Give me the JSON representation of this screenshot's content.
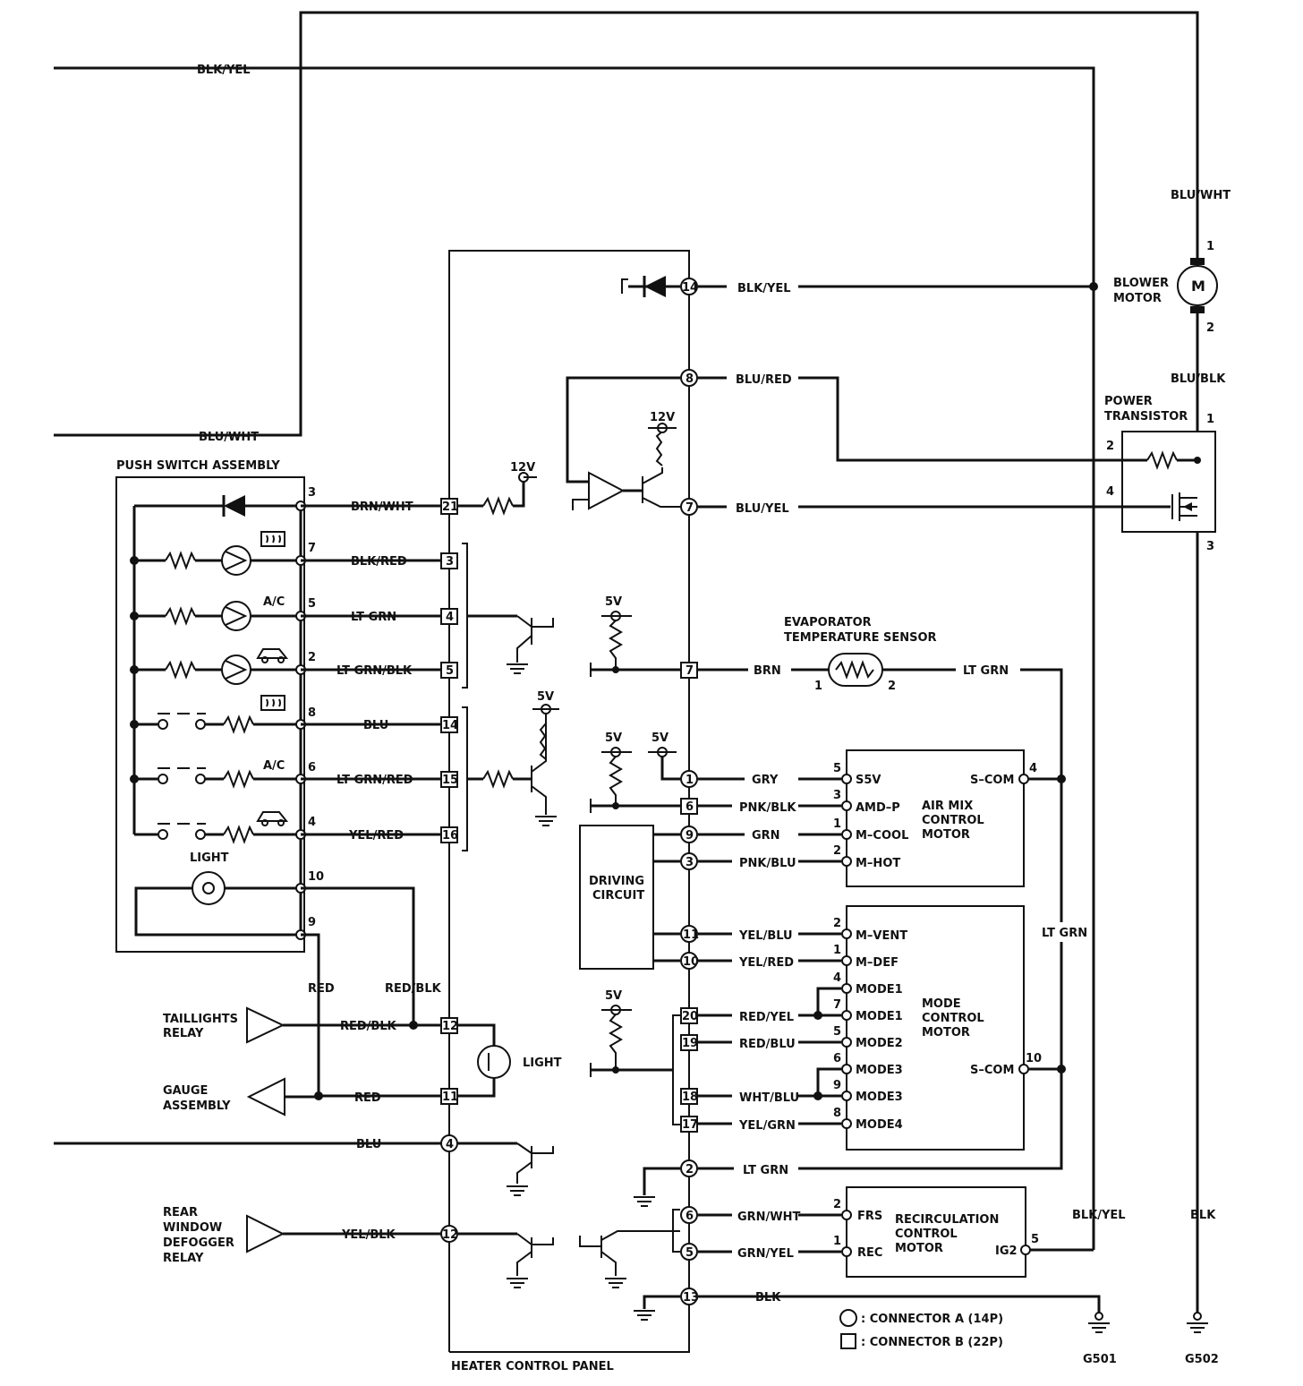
{
  "labels": {
    "push_switch_assembly": "PUSH SWITCH ASSEMBLY",
    "heater_control_panel": "HEATER CONTROL PANEL",
    "blower_motor_1": "BLOWER",
    "blower_motor_2": "MOTOR",
    "motor_symbol": "M",
    "power_transistor_1": "POWER",
    "power_transistor_2": "TRANSISTOR",
    "evap_sensor_1": "EVAPORATOR",
    "evap_sensor_2": "TEMPERATURE SENSOR",
    "air_mix_1": "AIR MIX",
    "air_mix_2": "CONTROL",
    "air_mix_3": "MOTOR",
    "mode_1": "MODE",
    "mode_2": "CONTROL",
    "mode_3": "MOTOR",
    "recirc_1": "RECIRCULATION",
    "recirc_2": "CONTROL",
    "recirc_3": "MOTOR",
    "driving_circuit_1": "DRIVING",
    "driving_circuit_2": "CIRCUIT",
    "light_top": "LIGHT",
    "light_panel": "LIGHT",
    "taillights_relay_1": "TAILLIGHTS",
    "taillights_relay_2": "RELAY",
    "gauge_assembly_1": "GAUGE",
    "gauge_assembly_2": "ASSEMBLY",
    "rear_defog_1": "REAR",
    "rear_defog_2": "WINDOW",
    "rear_defog_3": "DEFOGGER",
    "rear_defog_4": "RELAY",
    "ac_1": "A/C",
    "ac_2": "A/C",
    "legend_a": ": CONNECTOR A (14P)",
    "legend_b": ": CONNECTOR B (22P)",
    "g501": "G501",
    "g502": "G502",
    "v12_a": "12V",
    "v12_b": "12V",
    "v5_a": "5V",
    "v5_b": "5V",
    "v5_c": "5V",
    "v5_d": "5V",
    "v5_e": "5V"
  },
  "wires": {
    "blk_yel_top": "BLK/YEL",
    "blu_wht_left": "BLU/WHT",
    "blu_wht_right": "BLU/WHT",
    "blu_blk": "BLU/BLK",
    "blk_yel_14": "BLK/YEL",
    "blu_red": "BLU/RED",
    "blu_yel": "BLU/YEL",
    "brn_wht": "BRN/WHT",
    "blk_red": "BLK/RED",
    "lt_grn": "LT GRN",
    "lt_grn_blk": "LT GRN/BLK",
    "blu_14": "BLU",
    "lt_grn_red": "LT GRN/RED",
    "yel_red": "YEL/RED",
    "brn": "BRN",
    "lt_grn_sensor": "LT GRN",
    "gry": "GRY",
    "pnk_blk": "PNK/BLK",
    "grn": "GRN",
    "pnk_blu": "PNK/BLU",
    "yel_blu": "YEL/BLU",
    "yel_red_10": "YEL/RED",
    "red_yel": "RED/YEL",
    "red_blu": "RED/BLU",
    "wht_blu": "WHT/BLU",
    "yel_grn": "YEL/GRN",
    "lt_grn_right": "LT GRN",
    "lt_grn_2": "LT GRN",
    "grn_wht": "GRN/WHT",
    "grn_yel": "GRN/YEL",
    "blk_13": "BLK",
    "blk_yel_right": "BLK/YEL",
    "blk_right": "BLK",
    "red_vert": "RED",
    "red_blk_vert": "RED/BLK",
    "red_blk": "RED/BLK",
    "red": "RED",
    "blu_4": "BLU",
    "yel_blk": "YEL/BLK"
  },
  "pins": {
    "a14": "14",
    "a8": "8",
    "a7": "7",
    "b21": "21",
    "b3": "3",
    "b4": "4",
    "b5": "5",
    "b7": "7",
    "b14": "14",
    "b15": "15",
    "b16": "16",
    "a1": "1",
    "b6": "6",
    "a9": "9",
    "a3": "3",
    "a11": "11",
    "a10": "10",
    "b20": "20",
    "b19": "19",
    "b18": "18",
    "b17": "17",
    "b12": "12",
    "b11": "11",
    "a4": "4",
    "a2": "2",
    "a6": "6",
    "a5": "5",
    "a12": "12",
    "a13": "13"
  },
  "terminals": {
    "ps3": "3",
    "ps7": "7",
    "ps5": "5",
    "ps2": "2",
    "ps8": "8",
    "ps6": "6",
    "ps4": "4",
    "ps10": "10",
    "ps9": "9",
    "bm1": "1",
    "bm2": "2",
    "pt1": "1",
    "pt2": "2",
    "pt4": "4",
    "pt3": "3",
    "es1": "1",
    "es2": "2",
    "am5": "5",
    "am3": "3",
    "am1": "1",
    "am2": "2",
    "am4": "4",
    "s5v": "S5V",
    "amdp": "AMD–P",
    "mcool": "M–COOL",
    "mhot": "M–HOT",
    "scom_am": "S–COM",
    "mm2": "2",
    "mm1": "1",
    "mm4": "4",
    "mm7": "7",
    "mm5": "5",
    "mm6": "6",
    "mm9": "9",
    "mm8": "8",
    "mm10": "10",
    "mvent": "M–VENT",
    "mdef": "M–DEF",
    "mode1a": "MODE1",
    "mode1b": "MODE1",
    "mode2": "MODE2",
    "mode3a": "MODE3",
    "mode3b": "MODE3",
    "mode4": "MODE4",
    "scom_mm": "S–COM",
    "rc2": "2",
    "rc1": "1",
    "rc5": "5",
    "frs": "FRS",
    "rec": "REC",
    "ig2": "IG2"
  },
  "icons": [
    "rear-defrost-icon",
    "recirculation-car-icon",
    "indicator-lamp-icon",
    "diode-icon",
    "resistor-icon",
    "transistor-icon",
    "ground-icon"
  ]
}
